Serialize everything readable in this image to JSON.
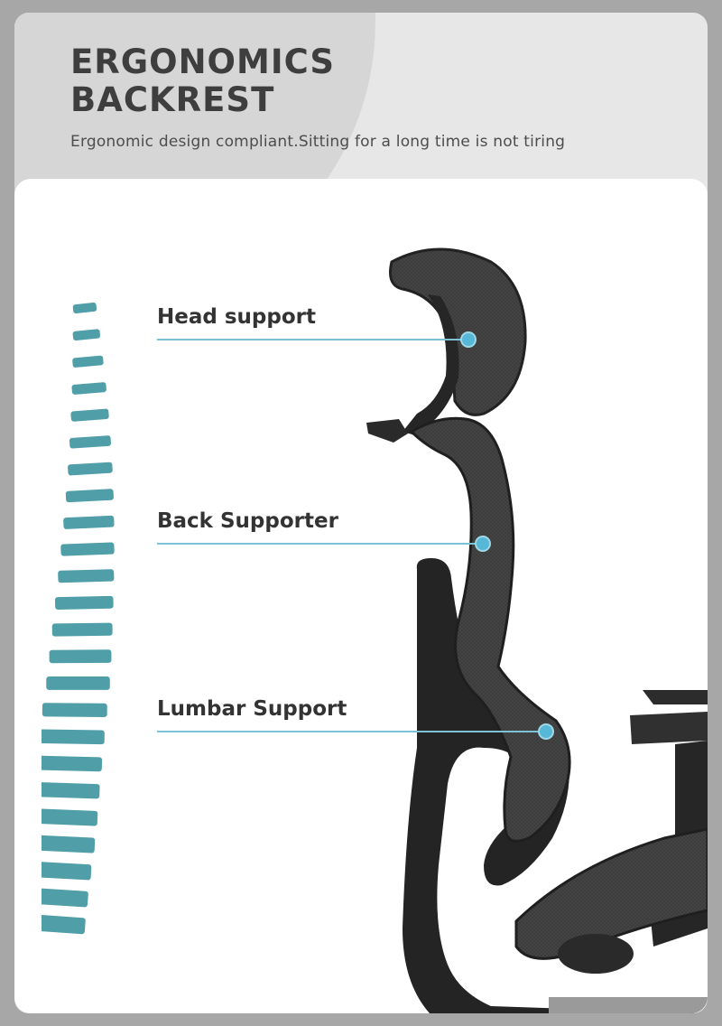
{
  "header": {
    "title_line1": "ERGONOMICS",
    "title_line2": "BACKREST",
    "subtitle": "Ergonomic design compliant.Sitting for a long time is not tiring"
  },
  "callouts": [
    {
      "label": "Head support"
    },
    {
      "label": "Back Supporter"
    },
    {
      "label": "Lumbar Support"
    }
  ],
  "colors": {
    "accent_line": "#7cc3d6",
    "accent_dot": "#56b8d6",
    "vertebra": "#4f9ea8",
    "chair": "#2b2b2b"
  },
  "icons": [
    "spine-illustration",
    "office-chair-illustration"
  ]
}
